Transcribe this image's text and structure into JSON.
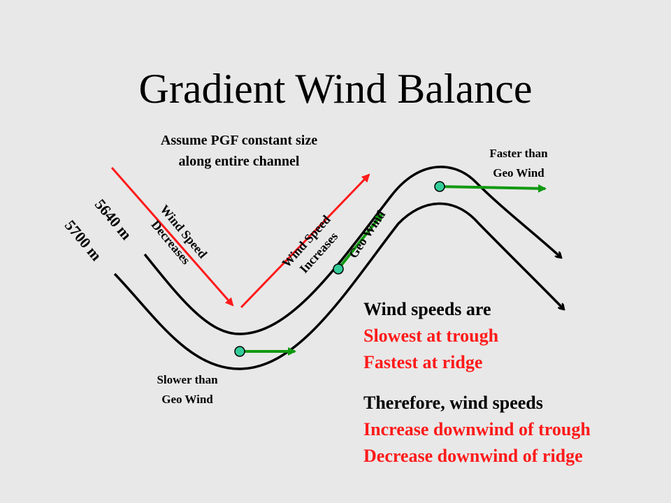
{
  "title": "Gradient Wind Balance",
  "assumption": {
    "line1": "Assume PGF constant size",
    "line2": "along entire channel"
  },
  "contours": {
    "upper": "5640 m",
    "lower": "5700 m"
  },
  "arrows": {
    "decreases_line1": "Wind Speed",
    "decreases_line2": "Decreases",
    "increases_line1": "Wind Speed",
    "increases_line2": "Increases",
    "geo_wind": "Geo Wind"
  },
  "notes": {
    "faster_line1": "Faster than",
    "faster_line2": "Geo Wind",
    "slower_line1": "Slower than",
    "slower_line2": "Geo Wind"
  },
  "summary": {
    "heading1": "Wind speeds are",
    "slowest": "Slowest at trough",
    "fastest": "Fastest at ridge",
    "heading2": "Therefore, wind speeds",
    "increase": "Increase downwind of trough",
    "decrease": "Decrease downwind of ridge"
  },
  "colors": {
    "background": "#e8e8e8",
    "contour": "#000000",
    "pgf_arrow": "#ff1a1a",
    "wind_vector": "#119911",
    "wind_dot": "#33cc99",
    "emphasis_text": "#ff1a1a"
  }
}
